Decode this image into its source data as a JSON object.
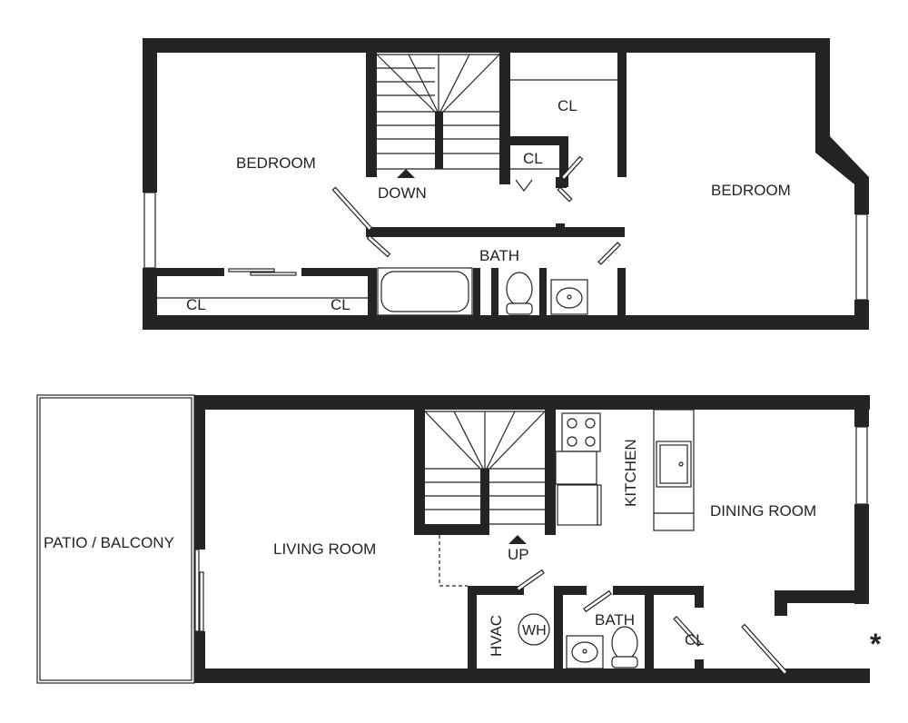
{
  "upper_floor": {
    "bedroom_left": "BEDROOM",
    "bedroom_right": "BEDROOM",
    "closet_top": "CL",
    "closet_small": "CL",
    "closet_bottom_left": "CL",
    "closet_bottom_right": "CL",
    "bath": "BATH",
    "stair_label": "DOWN"
  },
  "lower_floor": {
    "patio": "PATIO / BALCONY",
    "living_room": "LIVING ROOM",
    "kitchen": "KITCHEN",
    "dining_room": "DINING ROOM",
    "stair_label": "UP",
    "hvac": "HVAC",
    "water_heater": "WH",
    "bath": "BATH",
    "closet": "CL",
    "entry_mark": "*"
  }
}
